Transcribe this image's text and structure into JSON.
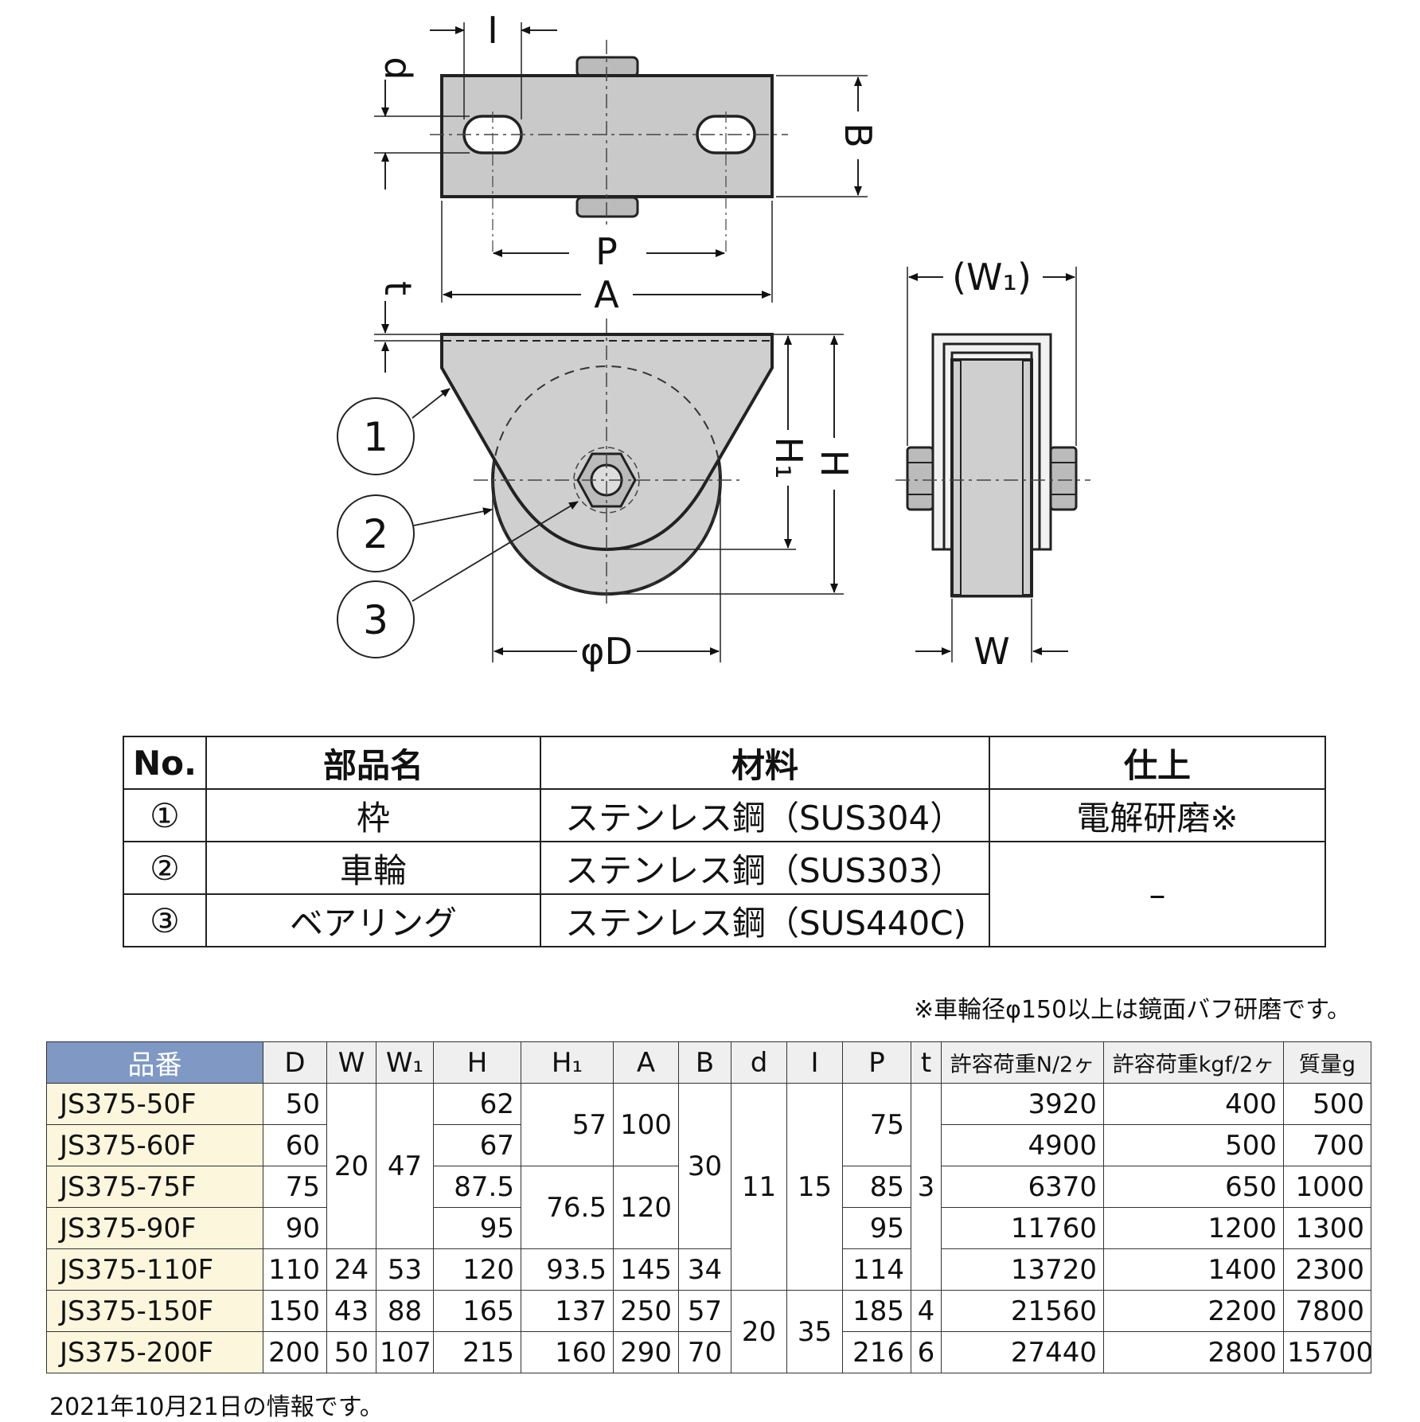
{
  "drawing_labels": {
    "I": "I",
    "d": "d",
    "B": "B",
    "P": "P",
    "A": "A",
    "t": "t",
    "H1": "H₁",
    "H": "H",
    "phiD": "φD",
    "W1": "(W₁)",
    "W": "W",
    "c1": "1",
    "c2": "2",
    "c3": "3"
  },
  "parts_table": {
    "headers": [
      "No.",
      "部品名",
      "材料",
      "仕上"
    ],
    "rows": [
      {
        "no": "①",
        "name": "枠",
        "material": "ステンレス鋼（SUS304）",
        "finish": "電解研磨※"
      },
      {
        "no": "②",
        "name": "車輪",
        "material": "ステンレス鋼（SUS303）",
        "finish": "–"
      },
      {
        "no": "③",
        "name": "ベアリング",
        "material": "ステンレス鋼（SUS440C)",
        "finish": ""
      }
    ]
  },
  "finish_note": "※車輪径φ150以上は鏡面バフ研磨です。",
  "spec_table": {
    "headers": [
      "品番",
      "D",
      "W",
      "W₁",
      "H",
      "H₁",
      "A",
      "B",
      "d",
      "I",
      "P",
      "t",
      "許容荷重N/2ヶ",
      "許容荷重kgf/2ヶ",
      "質量g"
    ],
    "rows": [
      {
        "code": "JS375-50F",
        "D": "50",
        "H": "62",
        "N": "3920",
        "kgf": "400",
        "g": "500"
      },
      {
        "code": "JS375-60F",
        "D": "60",
        "H": "67",
        "N": "4900",
        "kgf": "500",
        "g": "700"
      },
      {
        "code": "JS375-75F",
        "D": "75",
        "H": "87.5",
        "N": "6370",
        "kgf": "650",
        "g": "1000"
      },
      {
        "code": "JS375-90F",
        "D": "90",
        "H": "95",
        "N": "11760",
        "kgf": "1200",
        "g": "1300"
      },
      {
        "code": "JS375-110F",
        "D": "110",
        "W": "24",
        "W1": "53",
        "H": "120",
        "H1": "93.5",
        "A": "145",
        "B": "34",
        "P": "114",
        "N": "13720",
        "kgf": "1400",
        "g": "2300"
      },
      {
        "code": "JS375-150F",
        "D": "150",
        "W": "43",
        "W1": "88",
        "H": "165",
        "H1": "137",
        "A": "250",
        "B": "57",
        "P": "185",
        "t": "4",
        "N": "21560",
        "kgf": "2200",
        "g": "7800"
      },
      {
        "code": "JS375-200F",
        "D": "200",
        "W": "50",
        "W1": "107",
        "H": "215",
        "H1": "160",
        "A": "290",
        "B": "70",
        "P": "216",
        "t": "6",
        "N": "27440",
        "kgf": "2800",
        "g": "15700"
      }
    ],
    "merged": {
      "W_1_4": "20",
      "W1_1_4": "47",
      "H1_1_2": "57",
      "H1_3_4": "76.5",
      "A_1_2": "100",
      "A_3_4": "120",
      "B_1_4": "30",
      "d_1_5": "11",
      "d_6_7": "20",
      "I_1_5": "15",
      "I_6_7": "35",
      "P_1_2": "75",
      "P_3": "85",
      "P_4": "95",
      "t_1_5": "3"
    }
  },
  "footer_note": "2021年10月21日の情報です。"
}
